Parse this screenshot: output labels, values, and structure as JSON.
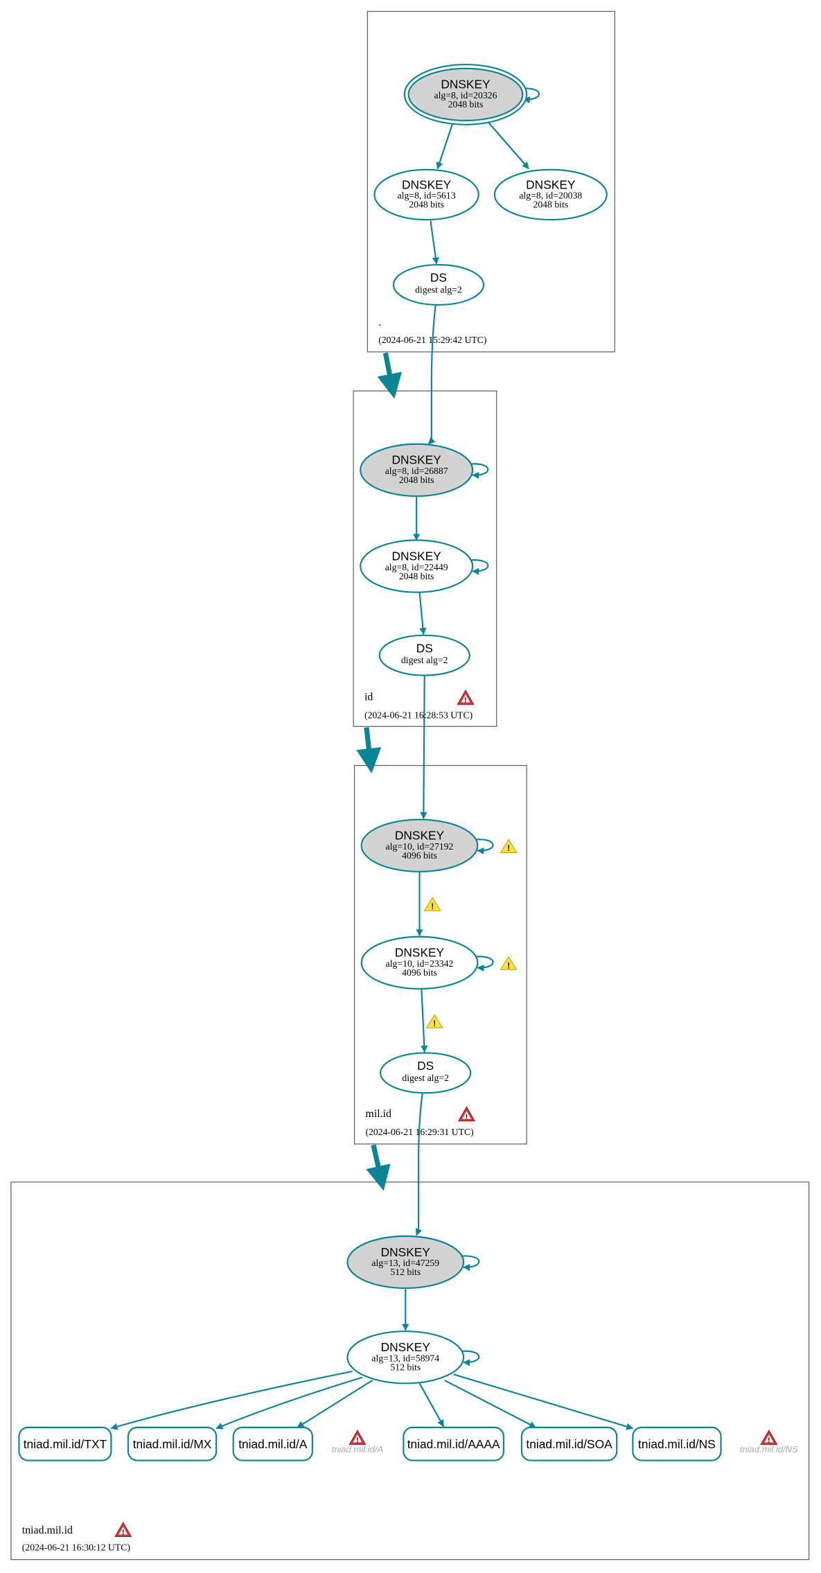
{
  "zones": {
    "root": {
      "name": ".",
      "timestamp": "(2024-06-21 15:29:42 UTC)",
      "ksk": {
        "type": "DNSKEY",
        "info": "alg=8, id=20326",
        "bits": "2048 bits"
      },
      "zsk1": {
        "type": "DNSKEY",
        "info": "alg=8, id=5613",
        "bits": "2048 bits"
      },
      "zsk2": {
        "type": "DNSKEY",
        "info": "alg=8, id=20038",
        "bits": "2048 bits"
      },
      "ds": {
        "type": "DS",
        "info": "digest alg=2"
      }
    },
    "id": {
      "name": "id",
      "timestamp": "(2024-06-21 16:28:53 UTC)",
      "ksk": {
        "type": "DNSKEY",
        "info": "alg=8, id=26887",
        "bits": "2048 bits"
      },
      "zsk": {
        "type": "DNSKEY",
        "info": "alg=8, id=22449",
        "bits": "2048 bits"
      },
      "ds": {
        "type": "DS",
        "info": "digest alg=2"
      }
    },
    "milid": {
      "name": "mil.id",
      "timestamp": "(2024-06-21 16:29:31 UTC)",
      "ksk": {
        "type": "DNSKEY",
        "info": "alg=10, id=27192",
        "bits": "4096 bits"
      },
      "zsk": {
        "type": "DNSKEY",
        "info": "alg=10, id=23342",
        "bits": "4096 bits"
      },
      "ds": {
        "type": "DS",
        "info": "digest alg=2"
      }
    },
    "tniad": {
      "name": "tniad.mil.id",
      "timestamp": "(2024-06-21 16:30:12 UTC)",
      "ksk": {
        "type": "DNSKEY",
        "info": "alg=13, id=47259",
        "bits": "512 bits"
      },
      "zsk": {
        "type": "DNSKEY",
        "info": "alg=13, id=58974",
        "bits": "512 bits"
      },
      "records": [
        "tniad.mil.id/TXT",
        "tniad.mil.id/MX",
        "tniad.mil.id/A",
        "tniad.mil.id/AAAA",
        "tniad.mil.id/SOA",
        "tniad.mil.id/NS"
      ],
      "errors": [
        "tniad.mil.id/A",
        "tniad.mil.id/NS"
      ]
    }
  },
  "colors": {
    "edge": "#0a8595",
    "ksk_fill": "#d3d3d3",
    "error": "#cc2222",
    "warning": "#f5d000"
  }
}
